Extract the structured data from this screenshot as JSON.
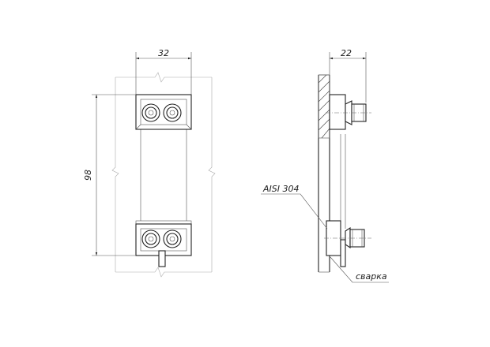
{
  "front_view": {
    "width_dim": "32",
    "height_dim": "98"
  },
  "side_view": {
    "depth_dim": "22",
    "material_label": "AISI 304",
    "weld_label": "сварка"
  },
  "colors": {
    "line": "#222222",
    "ghost": "#aaaaaa"
  }
}
